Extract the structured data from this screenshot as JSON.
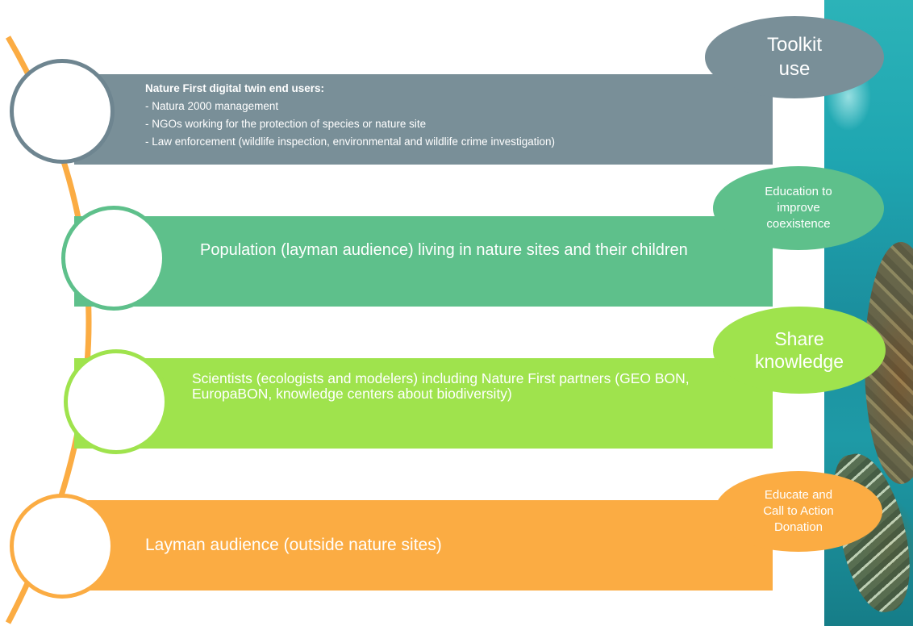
{
  "colors": {
    "arc": "#fbac43",
    "tier1": "#798f98",
    "tier2": "#5ec08b",
    "tier3": "#9fe34d",
    "tier4": "#fbac43",
    "photo": "#1fa6b1"
  },
  "tiers": [
    {
      "heading": "Nature First digital twin end users:",
      "lines": [
        "- Natura 2000 management",
        "- NGOs working for the protection of species or nature site",
        "- Law enforcement (wildlife inspection, environmental and wildlife crime investigation)"
      ],
      "tag": [
        "Toolkit",
        "use"
      ]
    },
    {
      "text": "Population (layman audience) living in nature sites and their children",
      "tag": [
        "Education to",
        "improve",
        "coexistence"
      ]
    },
    {
      "text": "Scientists (ecologists and modelers) including Nature First partners (GEO BON, EuropaBON, knowledge centers about biodiversity)",
      "tag": [
        "Share",
        "knowledge"
      ]
    },
    {
      "text": "Layman audience (outside nature sites)",
      "tag": [
        "Educate and",
        "Call to Action",
        "Donation"
      ]
    }
  ]
}
